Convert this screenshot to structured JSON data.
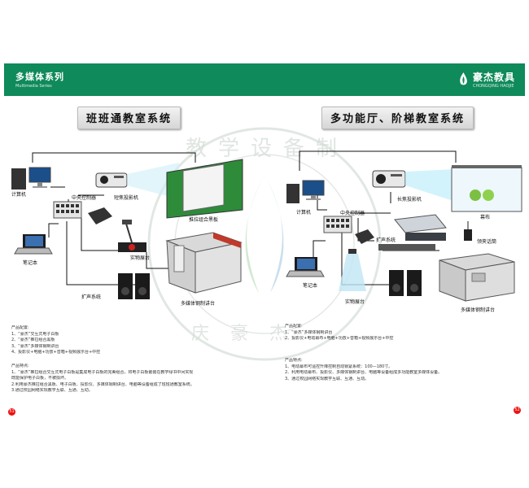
{
  "header": {
    "left_brand": "多媒体系列",
    "left_sub": "Multimedia Series",
    "right_brand": "豪杰教具",
    "right_sub": "CHONGQING HAOJIE"
  },
  "watermark": {
    "top_arc": "教学设备制",
    "bottom_arc": "庆豪杰"
  },
  "left_section": {
    "title": "班班通教室系统",
    "labels": {
      "computer": "计算机",
      "controller": "中央控制器",
      "projector": "短焦投影机",
      "blackboard": "推拉组合黑板",
      "notebook": "笔记本",
      "visualizer": "实物展台",
      "speaker": "扩声系统",
      "podium": "多媒体钢制讲台"
    },
    "config_title": "产品配置:",
    "config": [
      "1、“豪杰”交互式电子白板",
      "2、“豪杰”推拉组合黑板",
      "3、“豪杰”多媒体钢制讲台",
      "4、投影仪+电脑+功放+音箱+视频展示台+中控"
    ],
    "features_title": "产品特点:",
    "features": [
      "1、“豪杰”推拉组合交互式电子白板是集成电子白板的完美组合，将电子白板嵌装在教学绿书中间实现",
      "既能保护电子白板，不被损坏。",
      "2.利用豪杰推拉组合黑板、电子白板、投影仪、多媒体钢制讲台、电脑等设备组成了班班通教室系统。",
      "3.通过校园网络实现教学互联、互通、互动。"
    ],
    "page_number": "51"
  },
  "right_section": {
    "title": "多功能厅、阶梯教室系统",
    "labels": {
      "computer": "计算机",
      "controller": "中央控制器",
      "projector": "长焦投影机",
      "screen": "幕布",
      "speaker": "扩声系统",
      "microphone": "领夹话筒",
      "notebook": "笔记本",
      "visualizer": "实物展台",
      "podium": "多媒体钢制讲台"
    },
    "config_title": "产品配置:",
    "config": [
      "1、“豪杰”多媒体钢制讲台",
      "2、投影仪+电动幕布+电脑+功放+音箱+视频展示台+中控"
    ],
    "features_title": "产品特点:",
    "features": [
      "1、电动幕布可遥控升降控制自动锁紧系统：100—180寸。",
      "2、利用电动幕布、投影仪、多媒体钢制讲台、电脑等设备组成多功能教室多媒体设备。",
      "3、通过校园网络实现教学互联、互通、互动。"
    ],
    "page_number": "52"
  },
  "colors": {
    "header_green": "#0f8a5a",
    "beam_cyan": "#bfeefa",
    "board_green": "#2e8b3a",
    "page_red": "#e11111"
  }
}
